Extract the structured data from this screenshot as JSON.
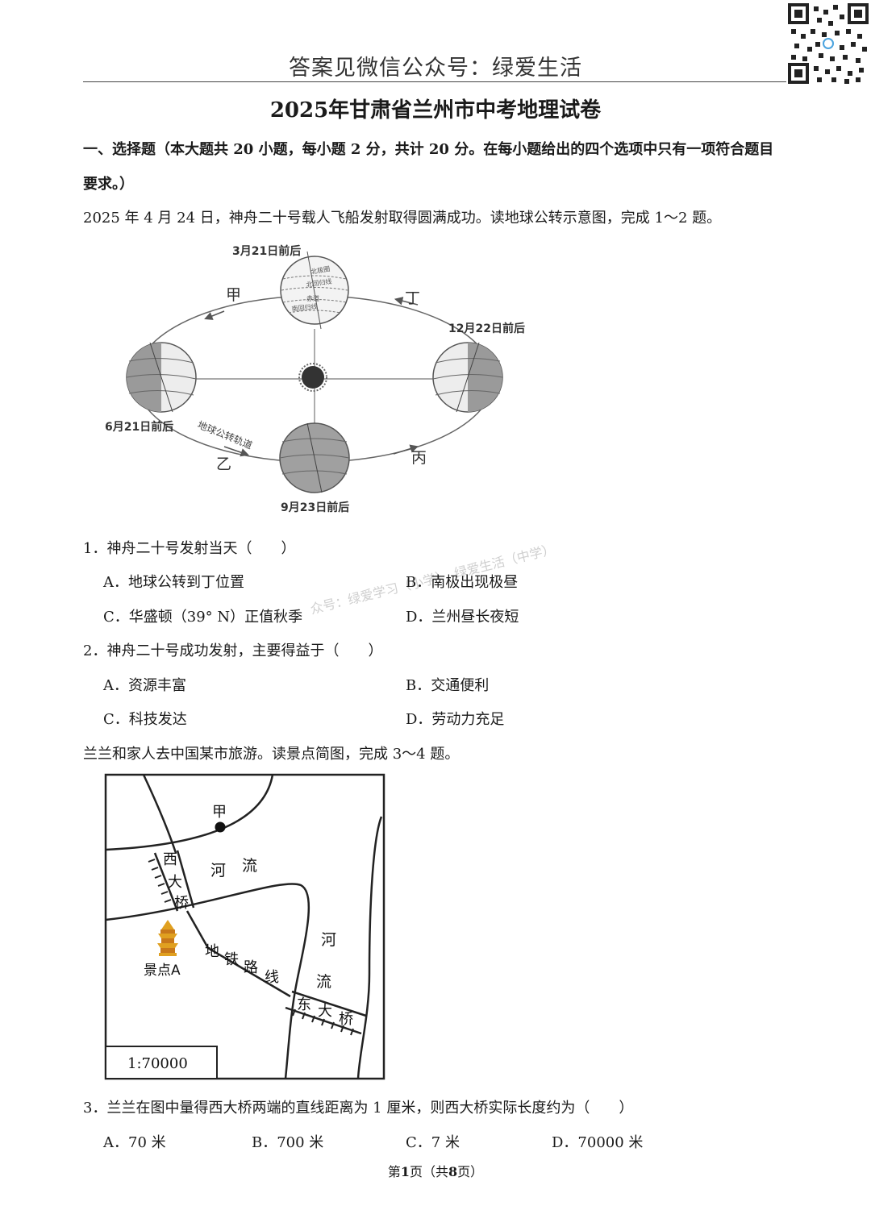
{
  "header": {
    "banner": "答案见微信公众号：绿爱生活"
  },
  "title": "2025年甘肃省兰州市中考地理试卷",
  "section": {
    "line1": "一、选择题（本大题共 20 小题，每小题 2 分，共计 20 分。在每小题给出的四个选项中只有一项符合题目",
    "line2": "要求。）"
  },
  "intro1": "2025 年 4 月 24 日，神舟二十号载人飞船发射取得圆满成功。读地球公转示意图，完成 1～2 题。",
  "orbit_diagram": {
    "label_mar": "3月21日前后",
    "label_dec": "12月22日前后",
    "label_jun": "6月21日前后",
    "label_sep": "9月23日前后",
    "label_jia": "甲",
    "label_yi": "乙",
    "label_bing": "丙",
    "label_ding": "丁",
    "orbit_text": "地球公转轨道",
    "lat_north_polar": "北极圈",
    "lat_north_tropic": "北回归线",
    "lat_equator": "赤道",
    "lat_south_tropic": "南回归线"
  },
  "q1": {
    "stem": "1．神舟二十号发射当天（　　）",
    "A": "A．地球公转到丁位置",
    "B": "B．南极出现极昼",
    "C": "C．华盛顿（39° N）正值秋季",
    "D": "D．兰州昼长夜短"
  },
  "q2": {
    "stem": "2．神舟二十号成功发射，主要得益于（　　）",
    "A": "A．资源丰富",
    "B": "B．交通便利",
    "C": "C．科技发达",
    "D": "D．劳动力充足"
  },
  "intro2": "兰兰和家人去中国某市旅游。读景点简图，完成 3～4 题。",
  "map": {
    "jia": "甲",
    "river1_a": "河",
    "river1_b": "流",
    "river2_a": "河",
    "river2_b": "流",
    "west_bridge": [
      "西",
      "大",
      "桥"
    ],
    "east_bridge": [
      "东",
      "大",
      "桥"
    ],
    "metro": [
      "地",
      "铁",
      "路",
      "线"
    ],
    "spot": "景点A",
    "scale": "1:70000"
  },
  "q3": {
    "stem": "3．兰兰在图中量得西大桥两端的直线距离为 1 厘米，则西大桥实际长度约为（　　）",
    "A": "A．70 米",
    "B": "B．700 米",
    "C": "C．7 米",
    "D": "D．70000 米"
  },
  "watermark": "众号：绿爱学习（小学）　绿爱生活（中学）",
  "footer": {
    "prefix": "第",
    "page": "1",
    "mid": "页（共",
    "total": "8",
    "suffix": "页）"
  }
}
